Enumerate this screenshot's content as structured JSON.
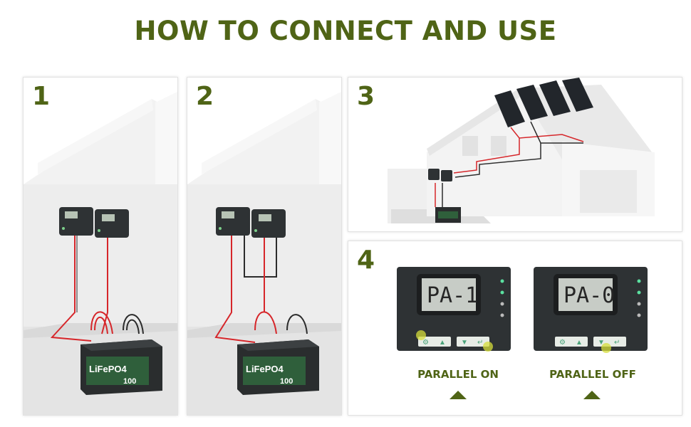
{
  "title": "HOW TO CONNECT AND USE",
  "steps": [
    {
      "number": "1"
    },
    {
      "number": "2"
    },
    {
      "number": "3"
    },
    {
      "number": "4"
    }
  ],
  "battery": {
    "chemistry": "LiFePO4",
    "capacity": "100"
  },
  "displays": [
    {
      "screen": "PA-1",
      "label": "PARALLEL ON"
    },
    {
      "screen": "PA-0",
      "label": "PARALLEL OFF"
    }
  ],
  "colors": {
    "brand": "#4f6416",
    "red_wire": "#d6262a",
    "controller": "#2e3234",
    "accent_highlight": "#d6dd3a"
  },
  "icons": [
    "gear-icon",
    "up-arrow-icon",
    "down-arrow-icon",
    "return-icon",
    "triangle-up-icon"
  ]
}
